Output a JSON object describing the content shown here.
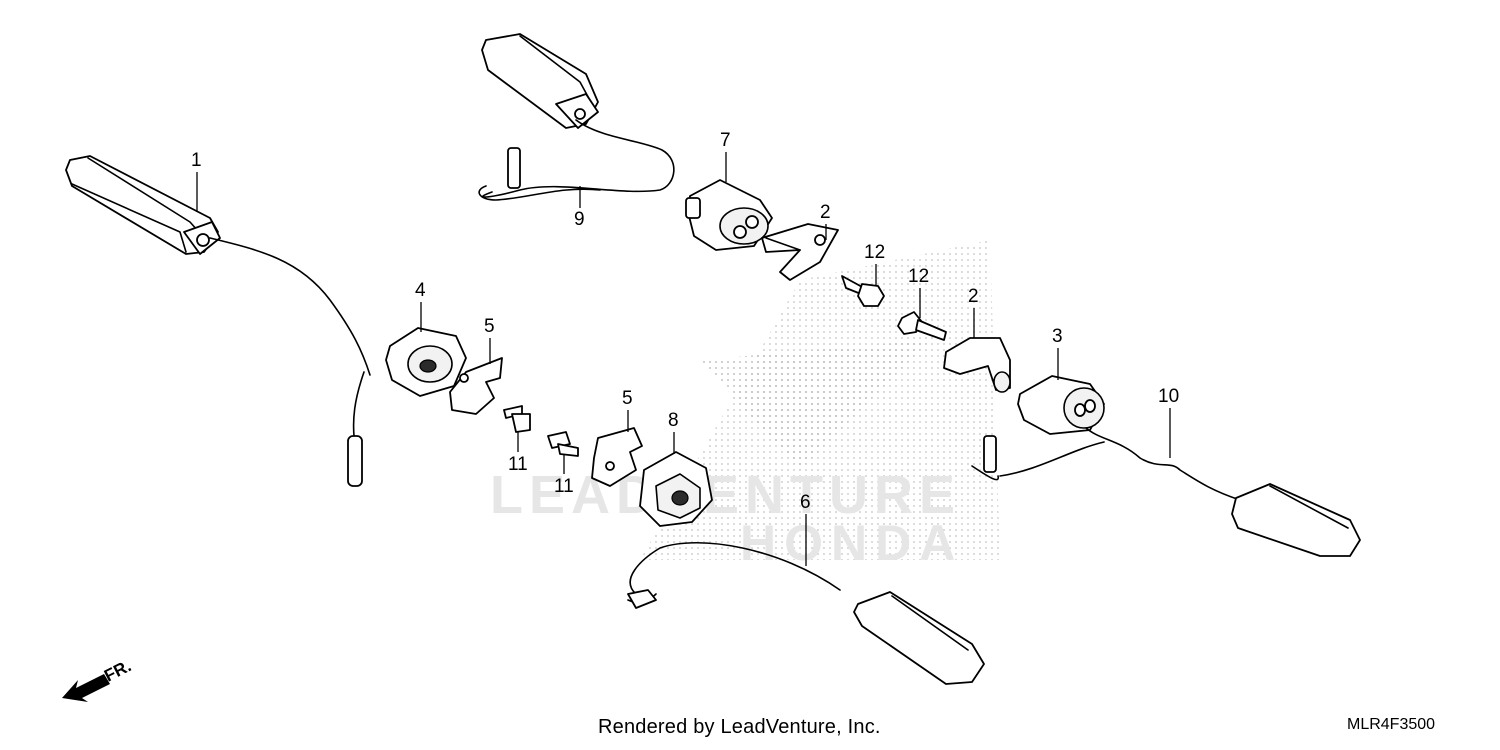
{
  "callouts": [
    {
      "id": "1",
      "label": "1"
    },
    {
      "id": "2a",
      "label": "2"
    },
    {
      "id": "2b",
      "label": "2"
    },
    {
      "id": "3",
      "label": "3"
    },
    {
      "id": "4",
      "label": "4"
    },
    {
      "id": "5a",
      "label": "5"
    },
    {
      "id": "5b",
      "label": "5"
    },
    {
      "id": "6",
      "label": "6"
    },
    {
      "id": "7",
      "label": "7"
    },
    {
      "id": "8",
      "label": "8"
    },
    {
      "id": "9",
      "label": "9"
    },
    {
      "id": "10",
      "label": "10"
    },
    {
      "id": "11a",
      "label": "11"
    },
    {
      "id": "11b",
      "label": "11"
    },
    {
      "id": "12a",
      "label": "12"
    },
    {
      "id": "12b",
      "label": "12"
    }
  ],
  "front_arrow": {
    "label": "FR."
  },
  "watermark": {
    "line1": "LEADVENTURE",
    "line2": "HONDA"
  },
  "footer": {
    "credit": "Rendered by LeadVenture, Inc.",
    "diagram_code": "MLR4F3500"
  }
}
